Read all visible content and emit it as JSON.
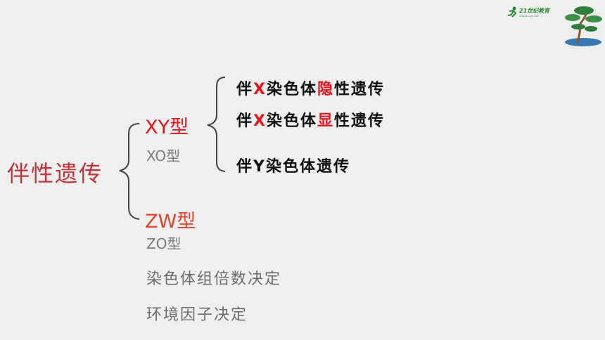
{
  "root": "伴性遗传",
  "branches": {
    "xy": {
      "label": "XY型",
      "sub": "XO型"
    },
    "zw": {
      "label": "ZW型",
      "sub": "ZO型"
    }
  },
  "leaves": [
    {
      "pre": "伴",
      "letter": "X",
      "mid": "染色体",
      "key": "隐",
      "post": "性遗传"
    },
    {
      "pre": "伴",
      "letter": "X",
      "mid": "染色体",
      "key": "显",
      "post": "性遗传"
    },
    {
      "pre": "伴",
      "letter": "Y",
      "mid": "染色体遗传",
      "key": "",
      "post": ""
    }
  ],
  "others": [
    "染色体组倍数决定",
    "环境因子决定"
  ],
  "logo": {
    "brand": "21世纪教育",
    "sub": "WWW.21CNJY.COM"
  },
  "colors": {
    "background": "#efefef",
    "root": "#c0353a",
    "xy": "#e8141d",
    "zw": "#e0442b",
    "emphasis": "#e8141d",
    "muted": "#7b7b7b"
  }
}
